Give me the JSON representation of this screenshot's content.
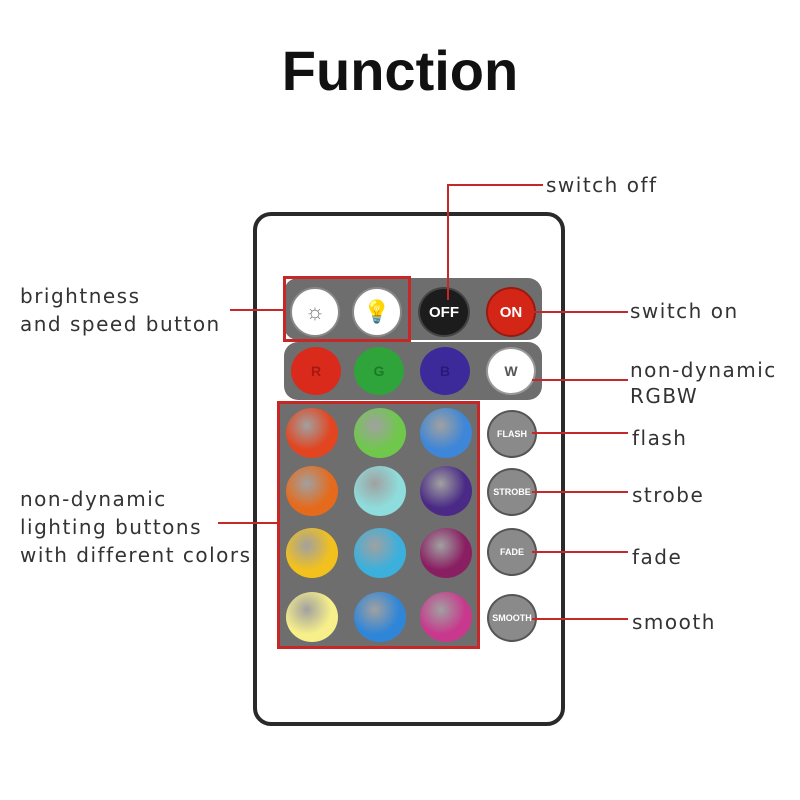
{
  "title": "Function",
  "labels": {
    "switch_off": "switch off",
    "switch_on": "switch on",
    "brightness_line1": "brightness",
    "brightness_line2": "and speed button",
    "rgbw_line1": "non-dynamic",
    "rgbw_line2": "RGBW",
    "flash": "flash",
    "strobe": "strobe",
    "fade": "fade",
    "smooth": "smooth",
    "lighting_line1": "non-dynamic",
    "lighting_line2": "lighting buttons",
    "lighting_line3": "with different colors"
  },
  "remote": {
    "off_label": "OFF",
    "on_label": "ON",
    "r_label": "R",
    "g_label": "G",
    "b_label": "B",
    "w_label": "W",
    "flash_label": "FLASH",
    "strobe_label": "STROBE",
    "fade_label": "FADE",
    "smooth_label": "SMOOTH",
    "color_grid": [
      [
        "#e2451f",
        "#6fc84c",
        "#3d86d8"
      ],
      [
        "#e56a1c",
        "#8fdcdc",
        "#4a2a86"
      ],
      [
        "#f2c11e",
        "#3cb0dc",
        "#8a1e62"
      ],
      [
        "#f7ef8a",
        "#2f86d8",
        "#c8388c"
      ]
    ]
  }
}
